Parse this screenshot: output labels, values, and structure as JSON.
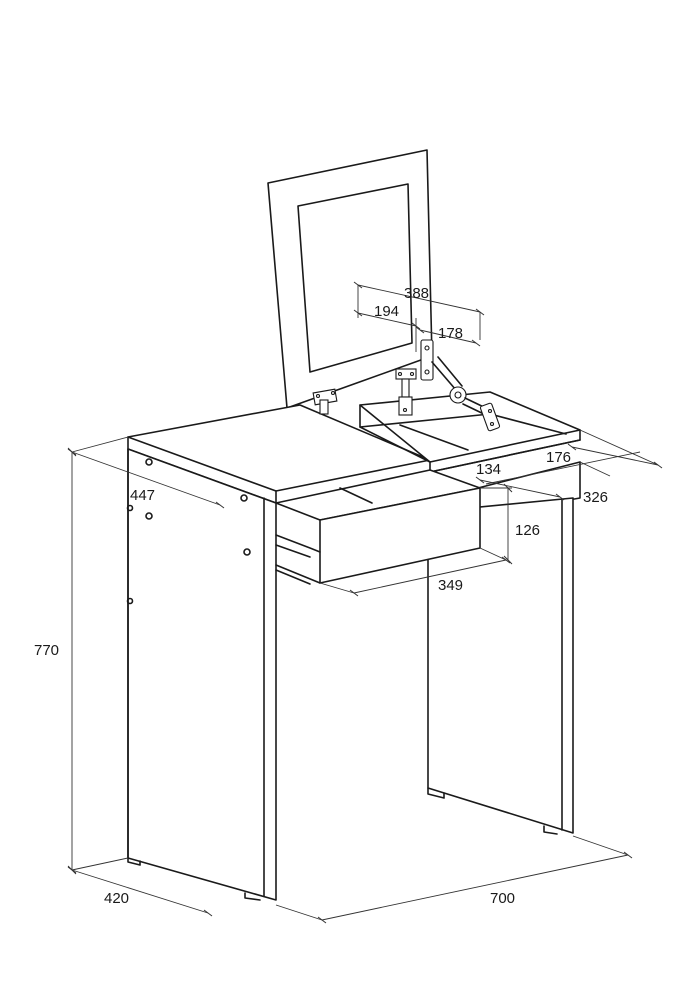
{
  "dimensions": {
    "hinge_span_outer": "388",
    "hinge_span_inner": "194",
    "hinge_offset": "178",
    "compartment_depth_left": "134",
    "compartment_depth_right": "176",
    "top_depth": "447",
    "compartment_width": "326",
    "drawer_height": "126",
    "drawer_width": "349",
    "overall_height": "770",
    "overall_depth": "420",
    "overall_width": "700"
  },
  "colors": {
    "line": "#1a1a1a",
    "dimension_line": "#333333",
    "background": "#ffffff"
  }
}
